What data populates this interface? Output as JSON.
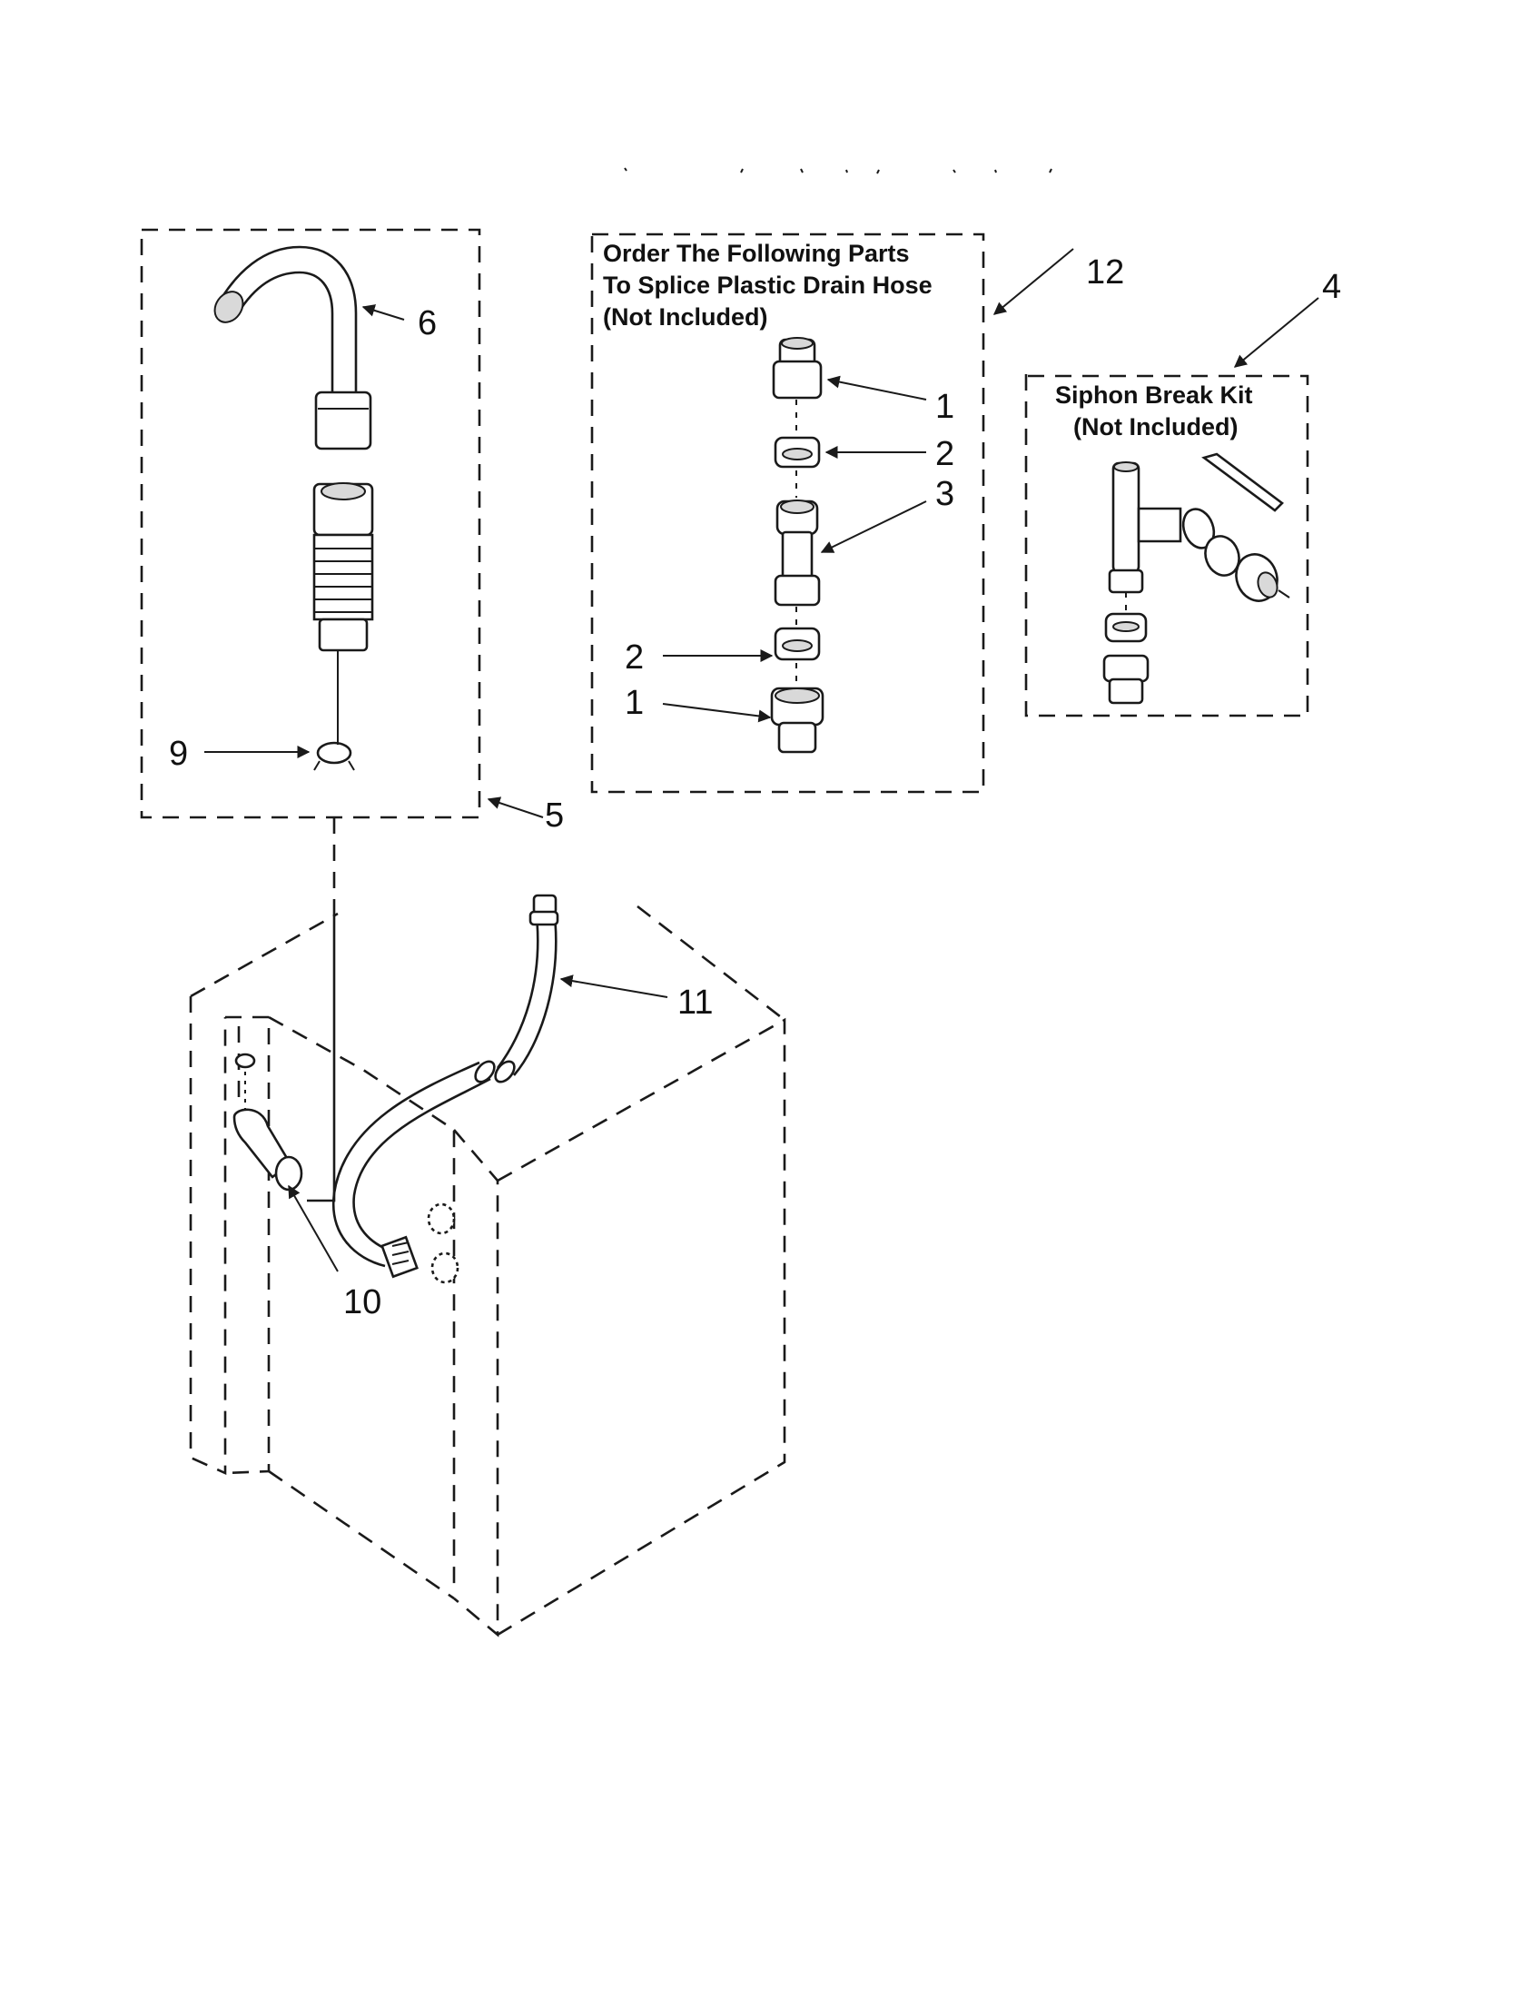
{
  "splice_kit": {
    "title_lines": [
      "Order The Following Parts",
      "To Splice Plastic Drain Hose",
      "(Not Included)"
    ],
    "callout": "12"
  },
  "siphon_kit": {
    "title_lines": [
      "Siphon Break Kit",
      "(Not Included)"
    ],
    "callout": "4"
  },
  "callouts": {
    "standpipe": "6",
    "drain_hose_kit": "5",
    "clamp": "9",
    "drain_connector": "10",
    "drain_hose": "11",
    "splice_connector_top": "1",
    "splice_clamp_top": "2",
    "splice_coupler": "3",
    "splice_clamp_bottom": "2",
    "splice_connector_bottom": "1"
  }
}
